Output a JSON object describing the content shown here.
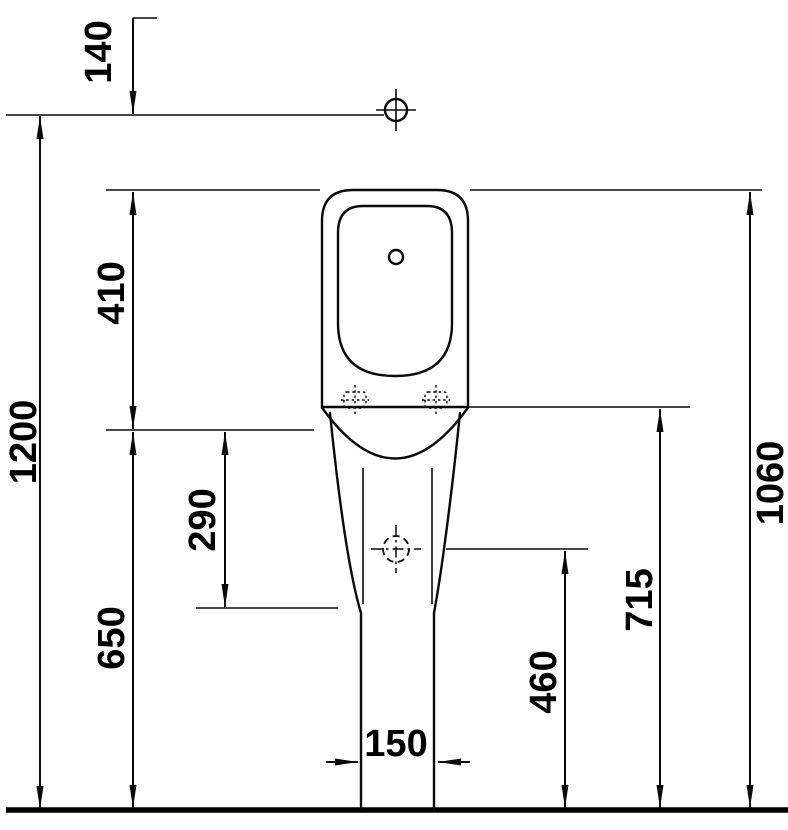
{
  "drawing": {
    "type": "technical-dimension-drawing",
    "colors": {
      "line": "#000000",
      "background": "#ffffff"
    },
    "dimensions": {
      "d140": "140",
      "d1200": "1200",
      "d410": "410",
      "d290": "290",
      "d650": "650",
      "d460": "460",
      "d715": "715",
      "d1060": "1060",
      "d150": "150"
    },
    "symbols": {
      "inlet": "water-inlet-crosshair-icon",
      "outlet": "outlet-crosshair-icon",
      "mounts": "mounting-hole-icon"
    }
  }
}
